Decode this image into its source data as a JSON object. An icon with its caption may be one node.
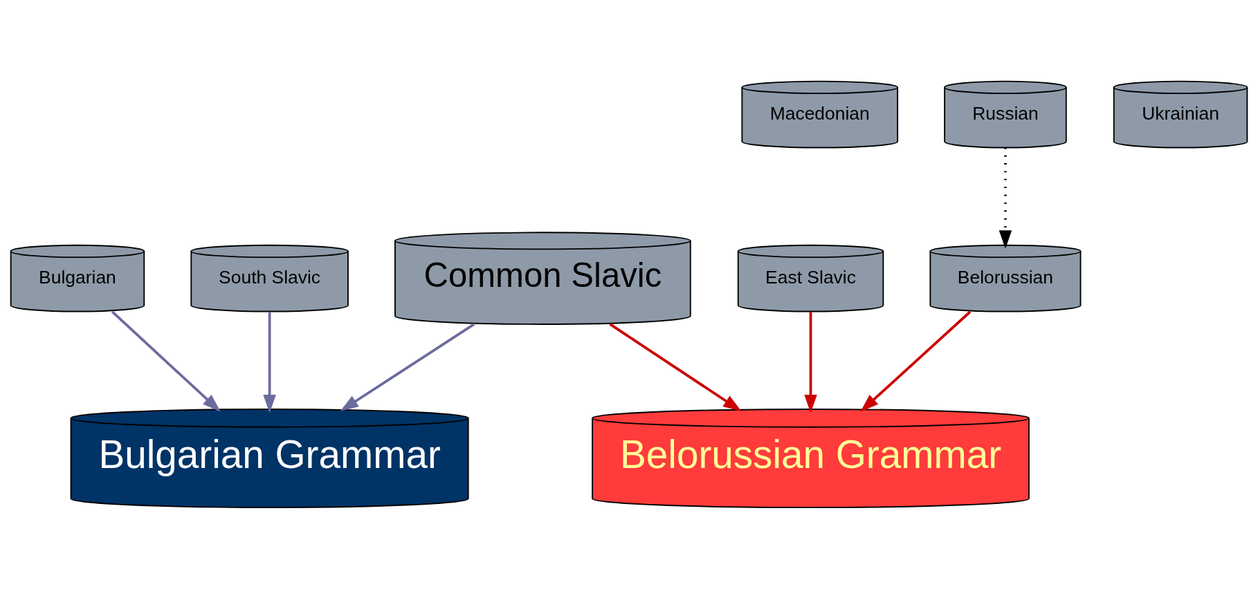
{
  "diagram": {
    "nodes": [
      {
        "text": [
          "Macedonian"
        ]
      },
      {
        "text": [
          "Bulgarian"
        ]
      },
      {
        "text": [
          "South Slavic"
        ]
      },
      {
        "text": [
          "Common Slavic"
        ]
      },
      {
        "text": [
          "East Slavic"
        ]
      },
      {
        "text": [
          "Ukrainian"
        ]
      },
      {
        "text": [
          "Russian"
        ]
      },
      {
        "text": [
          "Belorussian"
        ]
      },
      {
        "text": [
          "Bulgarian Grammar"
        ]
      },
      {
        "text": [
          "Belorussian Grammar"
        ]
      }
    ],
    "edges": [
      {
        "from": 1,
        "to": 8,
        "arrow": "to",
        "color": "#6b6b9e"
      },
      {
        "from": 2,
        "to": 8,
        "arrow": "to",
        "color": "#6b6b9e"
      },
      {
        "from": 3,
        "to": 8,
        "arrow": "to",
        "color": "#6b6b9e"
      },
      {
        "from": 3,
        "to": 9,
        "arrow": "to",
        "color": "#cc0000"
      },
      {
        "from": 4,
        "to": 9,
        "arrow": "to",
        "color": "#cc0000"
      },
      {
        "from": 6,
        "to": 7,
        "arrow": "to",
        "style": "dashed",
        "color": "#000000"
      },
      {
        "from": 7,
        "to": 9,
        "arrow": "to",
        "color": "#cc0000"
      }
    ]
  }
}
